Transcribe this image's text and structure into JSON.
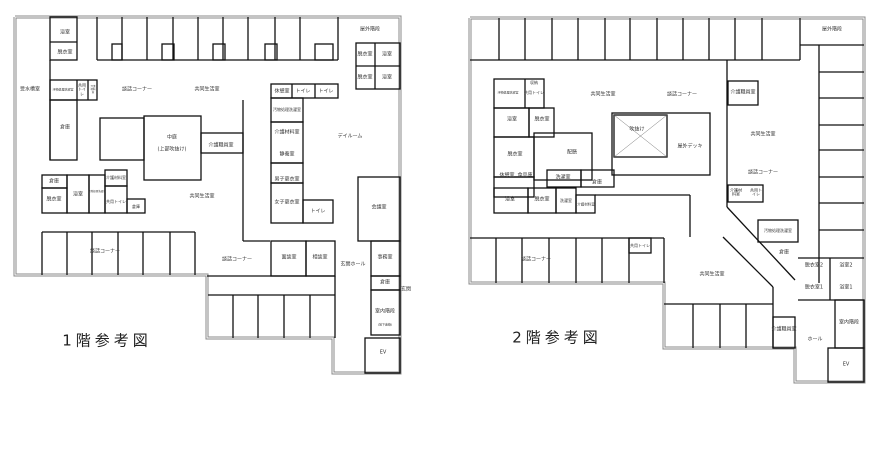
{
  "floor1": {
    "title": "1階参考図",
    "labels": [
      "浴室",
      "脱衣室",
      "屋外階段",
      "脱衣室",
      "浴室",
      "脱衣室",
      "浴室",
      "受水槽室",
      "汚物処理洗濯室",
      "共用トイレ",
      "介護材料室",
      "談話コーナー",
      "共同生活室",
      "休憩室",
      "トイレ",
      "トイレ",
      "汚物処理洗濯室",
      "倉庫",
      "中庭",
      "(上部吹抜け)",
      "介護職員室",
      "介護材料室",
      "デイルーム",
      "静養室",
      "男子更衣室",
      "女子更衣室",
      "トイレ",
      "会議室",
      "倉庫",
      "脱衣室",
      "浴室",
      "汚物処理洗濯室",
      "介護材料室",
      "共用トイレ",
      "倉庫",
      "共同生活室",
      "談話コーナー",
      "談話コーナー",
      "面談室",
      "相談室",
      "玄関ホール",
      "事務室",
      "倉庫",
      "室内階段",
      "(地下連絡)",
      "EV",
      "玄関"
    ]
  },
  "floor2": {
    "title": "2階参考図",
    "labels": [
      "屋外階段",
      "収納",
      "汚物処理洗濯室",
      "共用トイレ",
      "共同生活室",
      "談話コーナー",
      "介護職員室",
      "浴室",
      "脱衣室",
      "吹抜け",
      "屋外デッキ",
      "配膳",
      "共同生活室",
      "脱衣室",
      "休憩室",
      "食品庫",
      "洗濯室",
      "倉庫",
      "談話コーナー",
      "介護材料室",
      "共用トイレ",
      "浴室",
      "脱衣室",
      "洗濯室",
      "介護材料室",
      "談話コーナー",
      "共用トイレ",
      "汚物処理洗濯室",
      "倉庫",
      "共同生活室",
      "脱衣室2",
      "浴室2",
      "脱衣室1",
      "浴室1",
      "介護職員室",
      "室内階段",
      "ホール",
      "EV"
    ]
  }
}
